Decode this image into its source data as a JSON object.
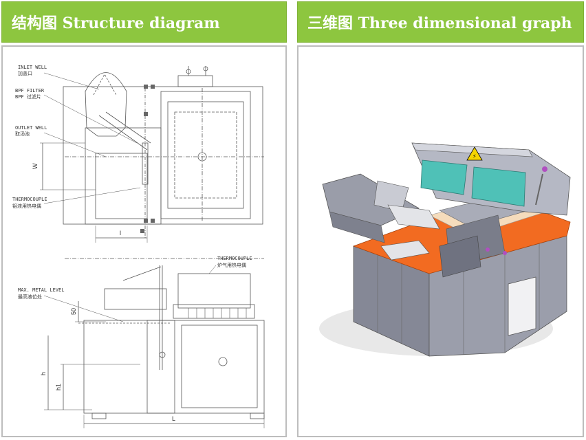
{
  "left_panel": {
    "title": "结构图 Structure diagram",
    "labels": {
      "inlet_well_en": "INLET WELL",
      "inlet_well_cn": "加盖口",
      "bpf_filter_en": "BPF FILTER",
      "bpf_filter_cn": "BPF 过滤片",
      "outlet_well_en": "OUTLET WELL",
      "outlet_well_cn": "取汤池",
      "thermocouple_en": "THERMOCOUPLE",
      "thermocouple_cn": "铝液用热电偶",
      "thermocouple2_en": "THERMOCOUPLE",
      "thermocouple2_cn": "炉气用热电偶",
      "max_level_en": "MAX. METAL LEVEL",
      "max_level_cn": "最高液位处"
    },
    "dimensions": {
      "w": "W",
      "l_top": "l",
      "fifty": "50",
      "h1": "h1",
      "h": "h",
      "L": "L"
    }
  },
  "right_panel": {
    "title": "三维图 Three dimensional graph"
  },
  "colors": {
    "header_green": "#8dc63f",
    "furnace_orange": "#f26b21",
    "furnace_grey": "#8a8c99",
    "window_teal": "#4fc1b7",
    "handle_purple": "#b04fc0"
  }
}
